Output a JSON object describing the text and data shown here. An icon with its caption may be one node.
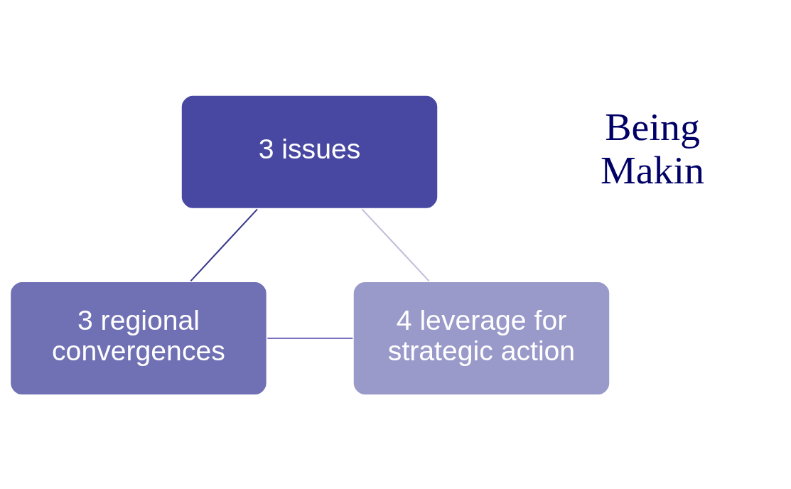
{
  "diagram": {
    "nodes": [
      {
        "text": [
          "3 issues"
        ]
      },
      {
        "text": [
          "4 leverage for strategic action"
        ]
      },
      {
        "text": [
          "3 regional convergences"
        ]
      }
    ],
    "edges": [
      {
        "from": 0,
        "to": 2,
        "arrow": "none",
        "color": "#3a3a8c"
      },
      {
        "from": 2,
        "to": 1,
        "arrow": "none",
        "color": "#7770bf"
      },
      {
        "from": 1,
        "to": 0,
        "arrow": "none",
        "color": "#c2bfdb"
      }
    ],
    "labels": [
      "Being",
      "Makin"
    ]
  }
}
